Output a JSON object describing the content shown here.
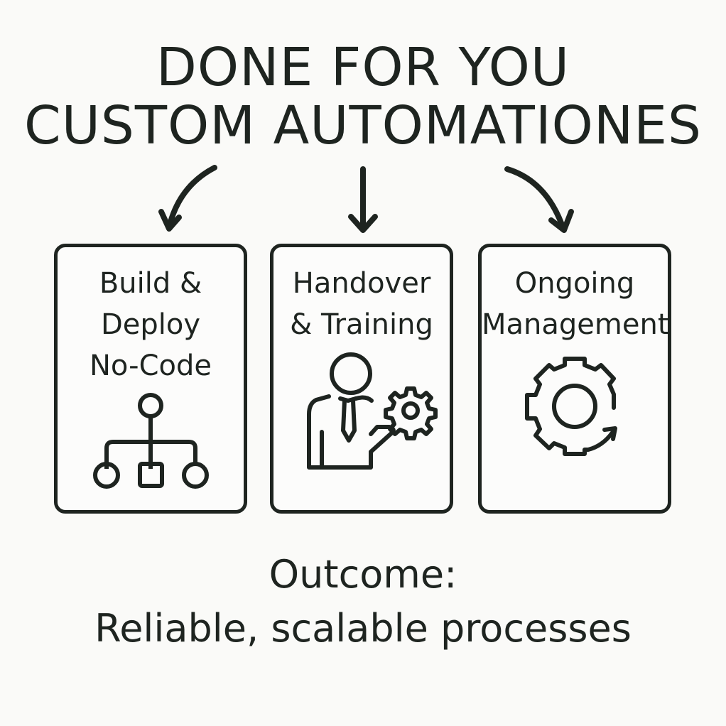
{
  "title": {
    "line1": "DONE FOR YOU",
    "line2": "CUSTOM AUTOMATIONES"
  },
  "cards": [
    {
      "label_lines": [
        "Build &",
        "Deploy",
        "No-Code"
      ],
      "icon": "flowchart-hierarchy-icon"
    },
    {
      "label_lines": [
        "Handover",
        "& Training"
      ],
      "icon": "person-with-gear-icon"
    },
    {
      "label_lines": [
        "Ongoing",
        "Management"
      ],
      "icon": "gear-with-cycle-arrow-icon"
    }
  ],
  "outcome": {
    "heading": "Outcome:",
    "text": "Reliable, scalable processes"
  },
  "colors": {
    "ink": "#1e2420",
    "background": "#fafaf8"
  }
}
